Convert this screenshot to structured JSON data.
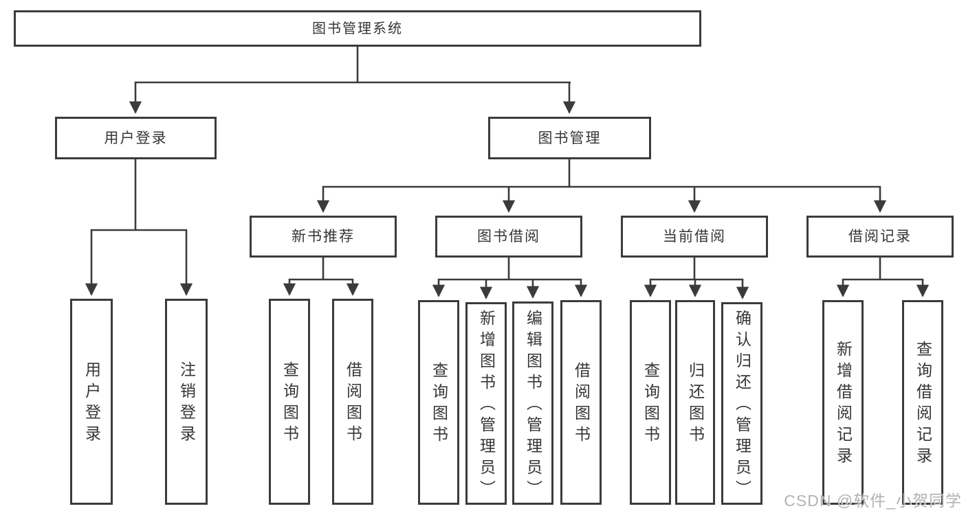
{
  "root": {
    "label": "图书管理系统"
  },
  "level2": {
    "user_login": {
      "label": "用户登录"
    },
    "book_management": {
      "label": "图书管理"
    }
  },
  "level3": {
    "new_book_recommend": {
      "label": "新书推荐"
    },
    "book_borrow": {
      "label": "图书借阅"
    },
    "current_borrow": {
      "label": "当前借阅"
    },
    "borrow_records": {
      "label": "借阅记录"
    }
  },
  "leaves": {
    "user_login": {
      "label": "用户登录"
    },
    "logout": {
      "label": "注销登录"
    },
    "recommend_query_books": {
      "label": "查询图书"
    },
    "recommend_borrow_books": {
      "label": "借阅图书"
    },
    "borrow_query_books": {
      "label": "查询图书"
    },
    "borrow_add_books": {
      "label": "新增图书（管理员）"
    },
    "borrow_edit_books": {
      "label": "编辑图书（管理员）"
    },
    "borrow_borrow_books": {
      "label": "借阅图书"
    },
    "current_query_books": {
      "label": "查询图书"
    },
    "current_return_books": {
      "label": "归还图书"
    },
    "current_confirm_return": {
      "label": "确认归还（管理员）"
    },
    "records_add_record": {
      "label": "新增借阅记录"
    },
    "records_query_record": {
      "label": "查询借阅记录"
    }
  },
  "watermark": {
    "text": "CSDN @软件_小贺同学"
  },
  "colors": {
    "border": "#3b3b3b",
    "text": "#363636",
    "background": "#ffffff",
    "watermark": "#aaaaaa"
  }
}
